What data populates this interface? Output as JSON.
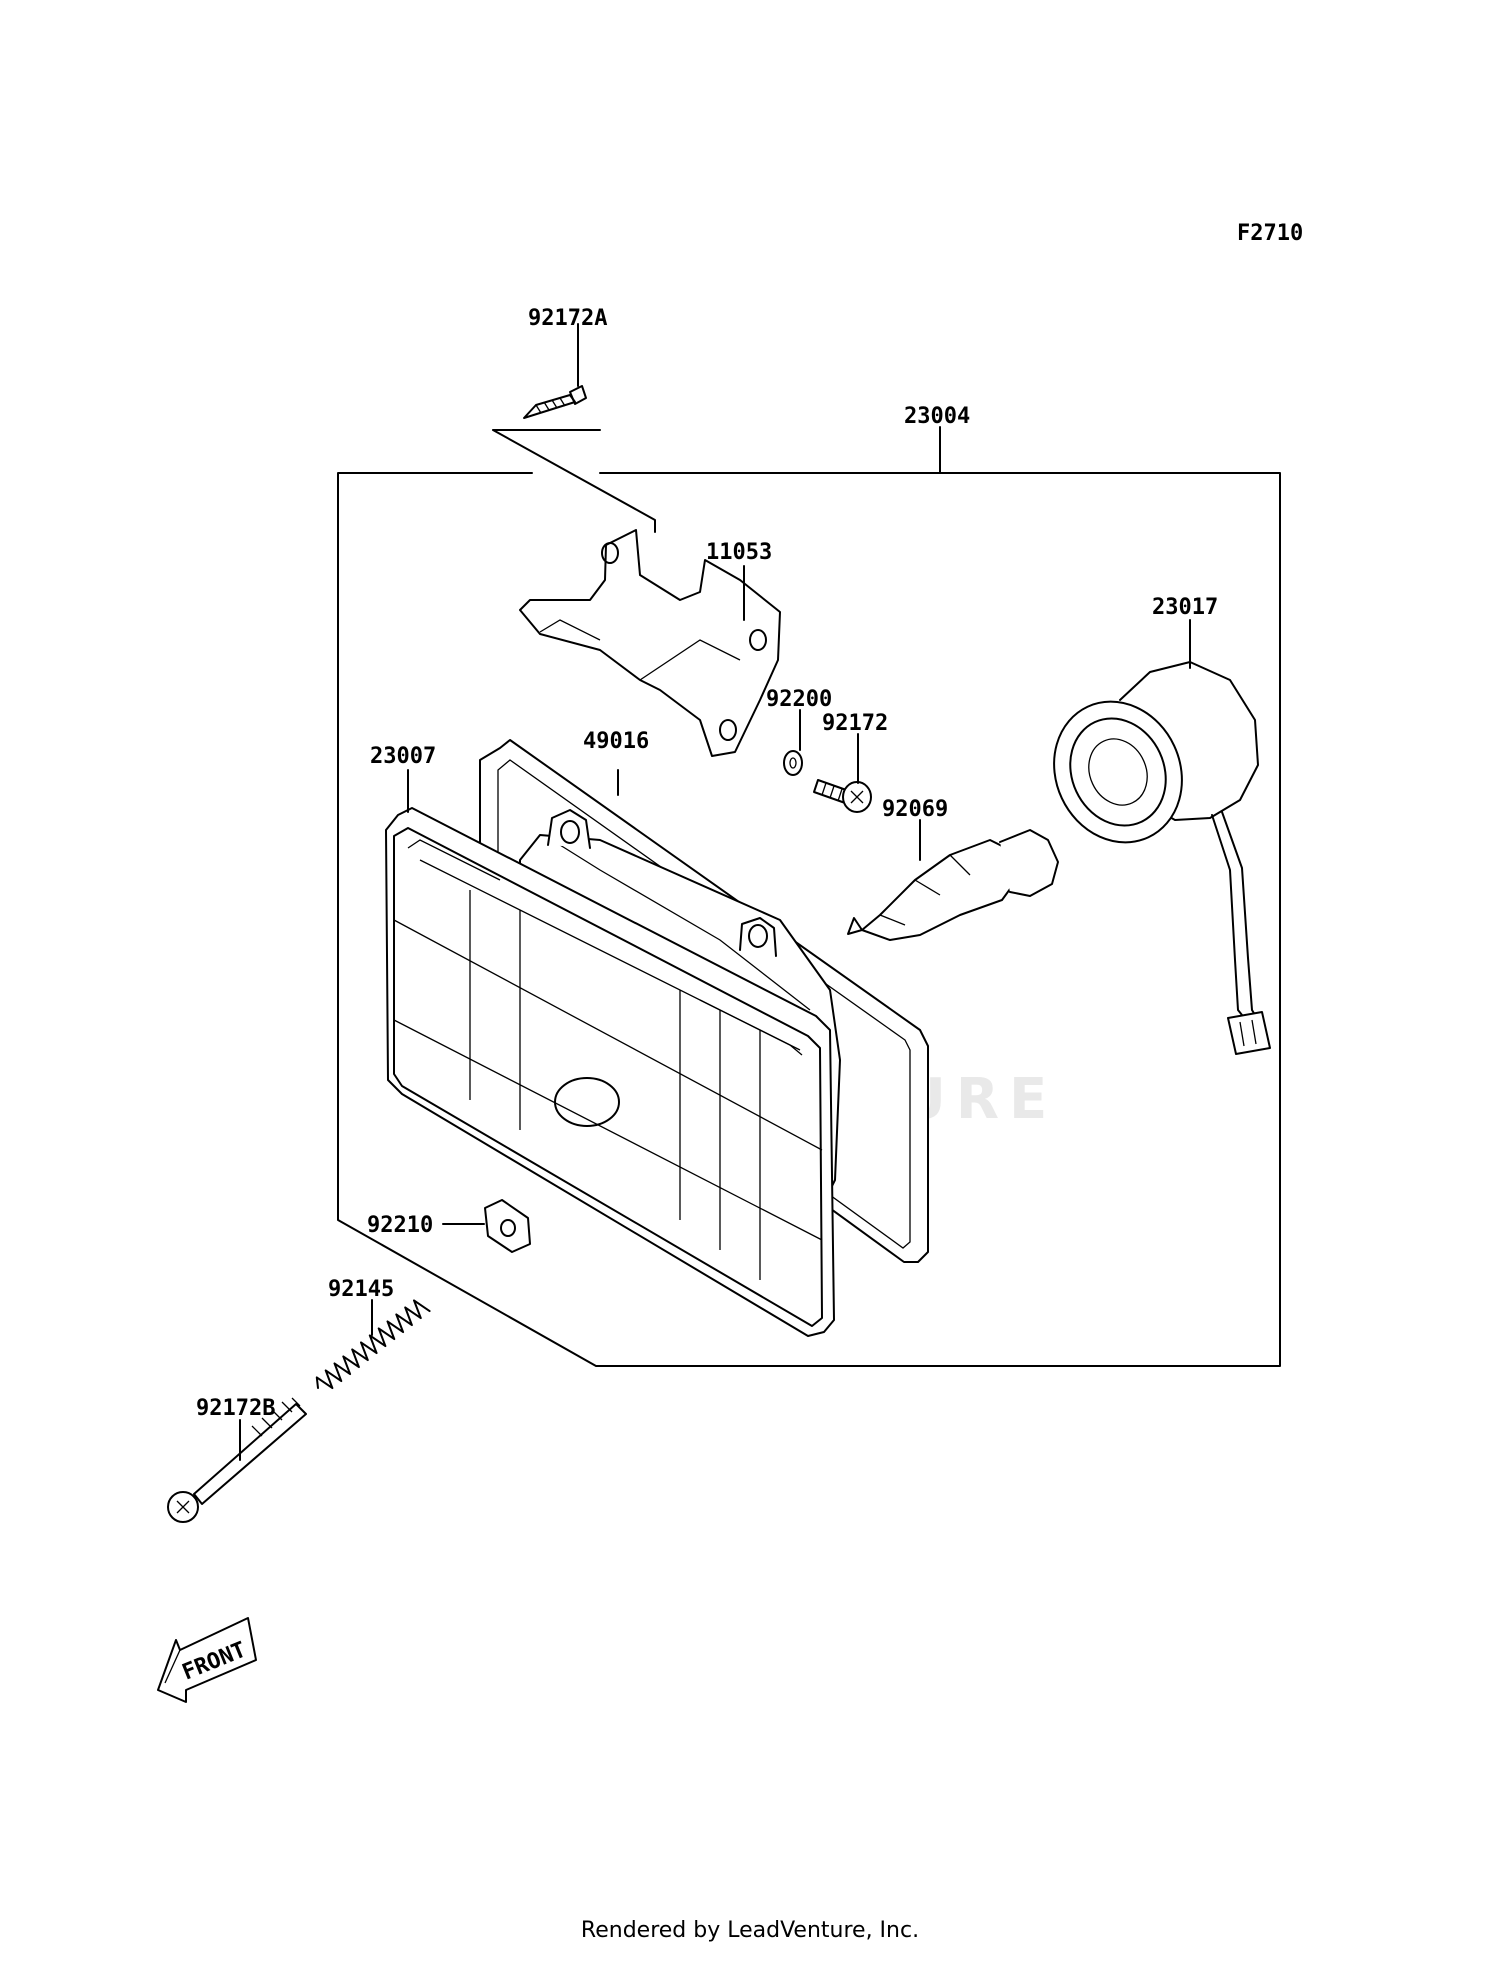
{
  "diagram_code": "F2710",
  "watermark": "LEADVENTURE",
  "front_label": "FRONT",
  "footer": "Rendered by LeadVenture, Inc.",
  "parts": {
    "p92172A": "92172A",
    "p23004": "23004",
    "p11053": "11053",
    "p23017": "23017",
    "p92200": "92200",
    "p92172": "92172",
    "p23007": "23007",
    "p49016": "49016",
    "p92069": "92069",
    "p92210": "92210",
    "p92145": "92145",
    "p92172B": "92172B"
  }
}
